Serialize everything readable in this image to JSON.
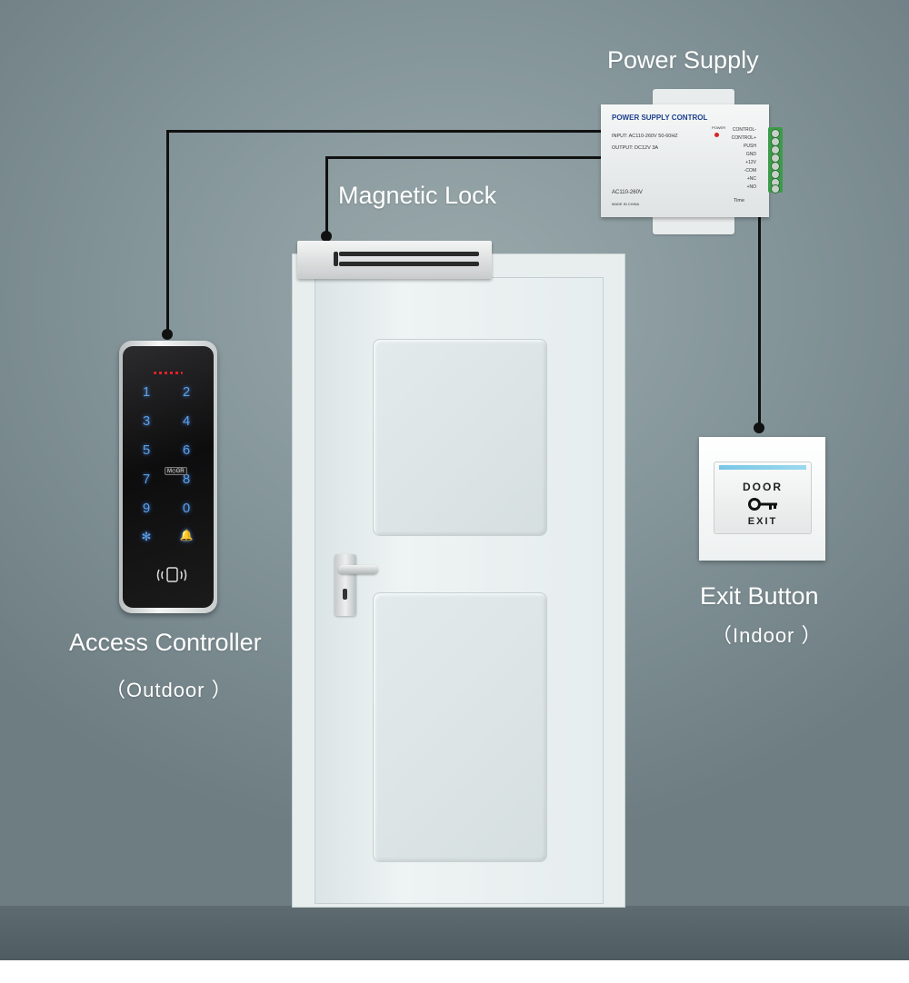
{
  "labels": {
    "power_supply": "Power Supply",
    "magnetic_lock": "Magnetic Lock",
    "access_controller": "Access Controller",
    "access_controller_sub": "（Outdoor ）",
    "exit_button": "Exit Button",
    "exit_button_sub": "（Indoor ）"
  },
  "power_supply_unit": {
    "brand_text": "POWER SUPPLY CONTROL",
    "input_text": "INPUT: AC110-260V 50-60HZ",
    "output_text": "OUTPUT: DC12V  3A",
    "model_text": "AC110-260V",
    "origin_text": "MADE IN CHINA",
    "power_led_label": "POWER",
    "time_label": "Time",
    "terminals": [
      "CONTROL-",
      "CONTROL+",
      "PUSH",
      "GND",
      "+12V",
      "-COM",
      "+NC",
      "+NO"
    ]
  },
  "keypad": {
    "keys": [
      "1",
      "2",
      "3",
      "4",
      "5",
      "6",
      "7",
      "8",
      "9",
      "0",
      "✻",
      "🔔"
    ],
    "logo": "M◇GR"
  },
  "exit_button_face": {
    "top_text": "DOOR",
    "bottom_text": "EXIT"
  },
  "colors": {
    "wall": "#84959a",
    "wire": "#111111",
    "label_text": "#ffffff",
    "key_glow": "#5aa0e8"
  }
}
